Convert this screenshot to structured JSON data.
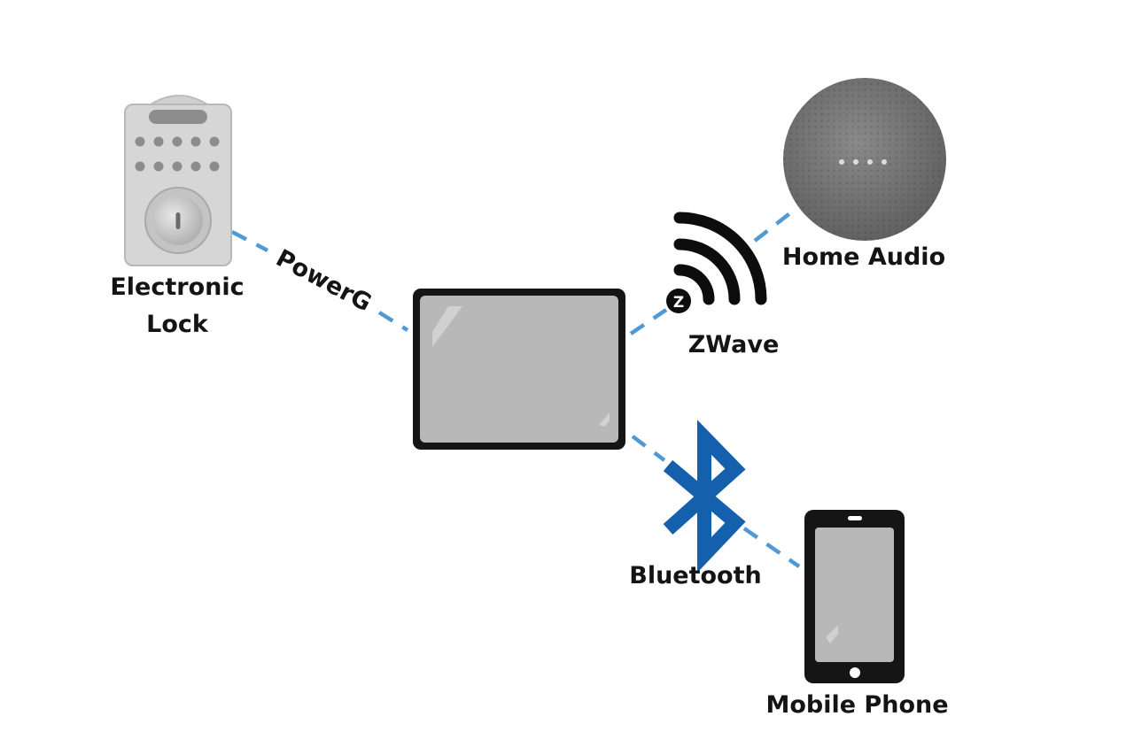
{
  "devices": {
    "lock": {
      "label_line1": "Electronic",
      "label_line2": "Lock"
    },
    "audio": {
      "label": "Home Audio"
    },
    "phone": {
      "label": "Mobile Phone"
    },
    "hub": {
      "label": ""
    }
  },
  "connections": {
    "powerg": {
      "label": "PowerG"
    },
    "zwave": {
      "label": "ZWave",
      "badge": "Z"
    },
    "bluetooth": {
      "label": "Bluetooth"
    }
  },
  "colors": {
    "link_dash": "#4f9ad6",
    "bluetooth_blue": "#1560ad",
    "device_frame": "#141414",
    "screen_gray": "#b9b9b9",
    "lock_metal": "#d5d5d5",
    "speaker_gray": "#707070"
  }
}
